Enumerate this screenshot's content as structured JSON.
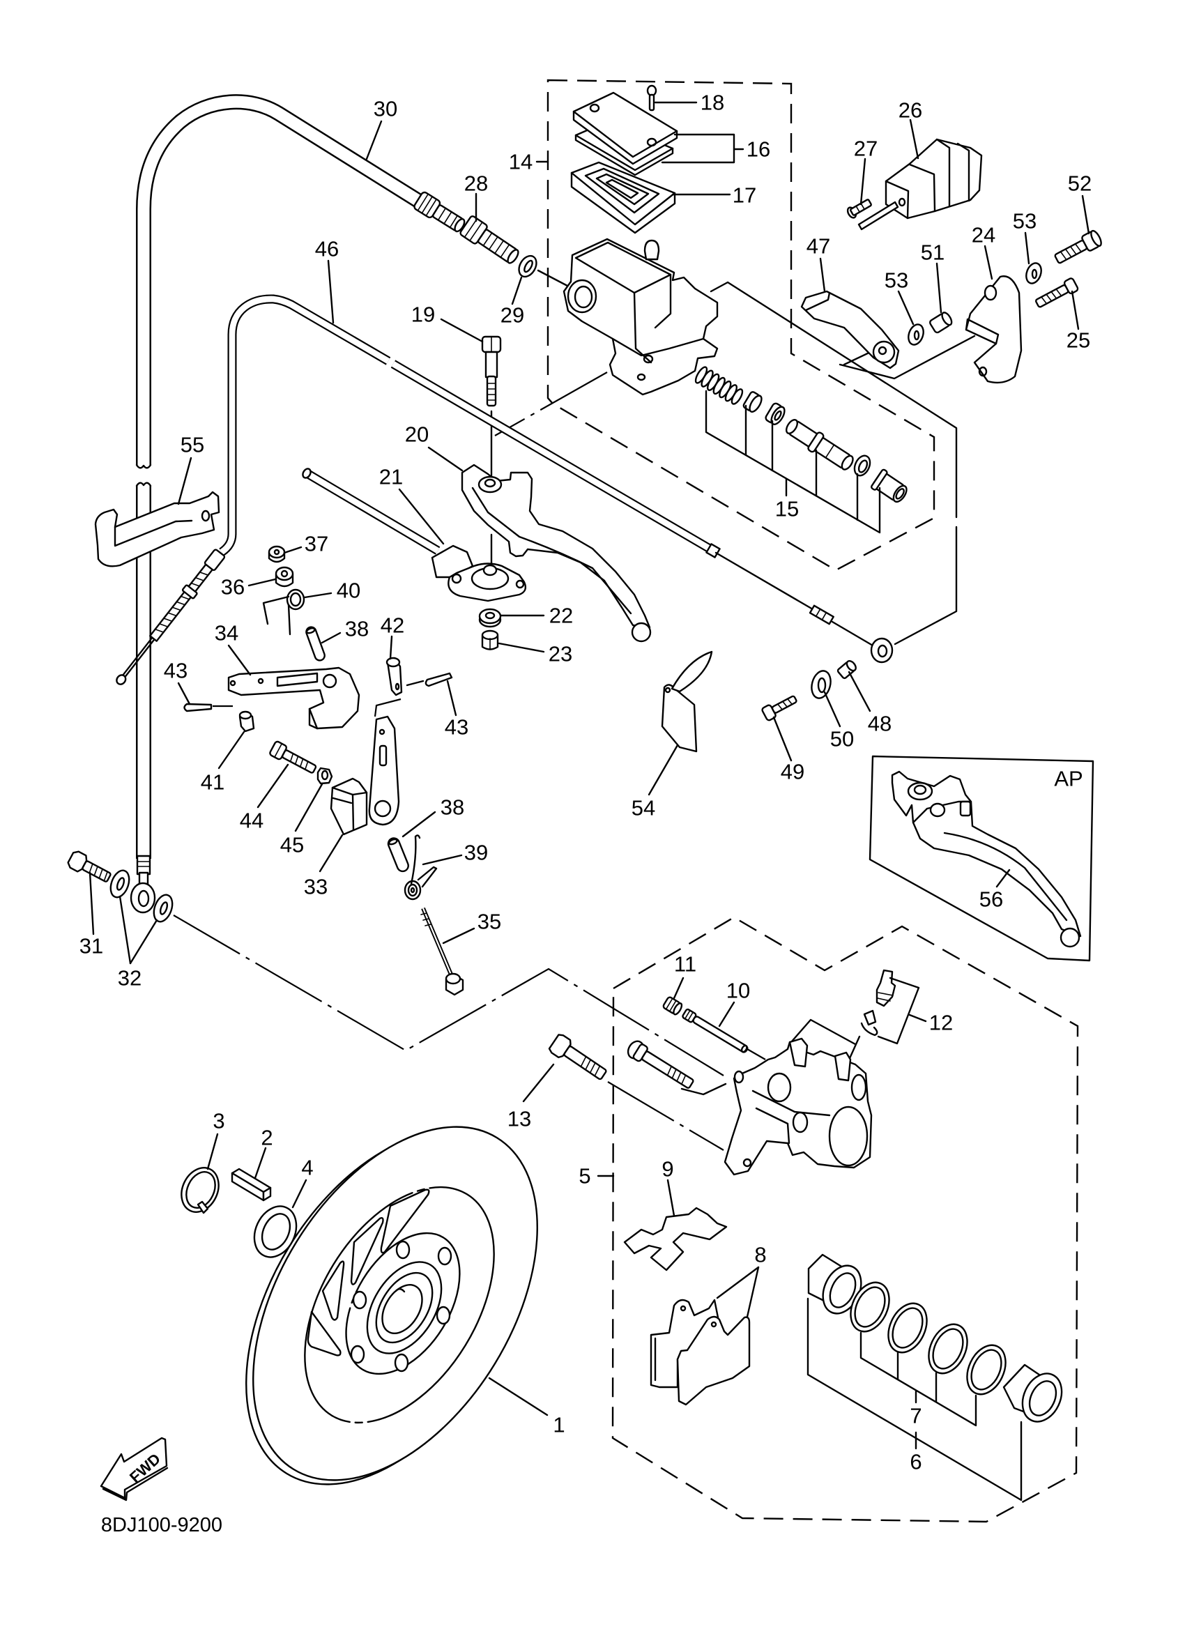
{
  "diagram": {
    "title_code": "8DJ100-9200",
    "direction_arrow_label": "FWD",
    "alternate_part_box_label": "AP"
  },
  "callouts": [
    "1",
    "2",
    "3",
    "4",
    "5",
    "6",
    "7",
    "8",
    "9",
    "10",
    "11",
    "12",
    "13",
    "14",
    "15",
    "16",
    "17",
    "18",
    "19",
    "20",
    "21",
    "22",
    "23",
    "24",
    "25",
    "26",
    "27",
    "28",
    "29",
    "30",
    "31",
    "32",
    "33",
    "34",
    "35",
    "36",
    "37",
    "38",
    "38",
    "39",
    "40",
    "41",
    "42",
    "43",
    "43",
    "44",
    "45",
    "46",
    "47",
    "48",
    "49",
    "50",
    "51",
    "52",
    "53",
    "53",
    "54",
    "55",
    "56"
  ]
}
